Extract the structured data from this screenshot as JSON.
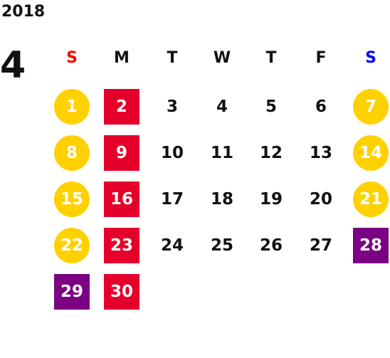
{
  "calendar": {
    "year": "2018",
    "month": "4",
    "weekdays": [
      {
        "label": "S",
        "color": "#ff0000"
      },
      {
        "label": "M",
        "color": "#111111"
      },
      {
        "label": "T",
        "color": "#111111"
      },
      {
        "label": "W",
        "color": "#111111"
      },
      {
        "label": "T",
        "color": "#111111"
      },
      {
        "label": "F",
        "color": "#111111"
      },
      {
        "label": "S",
        "color": "#0000ff"
      }
    ],
    "colors": {
      "weekend_circle": "#ffd100",
      "monday_square": "#e4002b",
      "special_square": "#7b0082"
    },
    "weeks": [
      [
        {
          "d": "1",
          "style": "circle",
          "color": "#ffd100"
        },
        {
          "d": "2",
          "style": "square",
          "color": "#e4002b"
        },
        {
          "d": "3"
        },
        {
          "d": "4"
        },
        {
          "d": "5"
        },
        {
          "d": "6"
        },
        {
          "d": "7",
          "style": "circle",
          "color": "#ffd100"
        }
      ],
      [
        {
          "d": "8",
          "style": "circle",
          "color": "#ffd100"
        },
        {
          "d": "9",
          "style": "square",
          "color": "#e4002b"
        },
        {
          "d": "10"
        },
        {
          "d": "11"
        },
        {
          "d": "12"
        },
        {
          "d": "13"
        },
        {
          "d": "14",
          "style": "circle",
          "color": "#ffd100"
        }
      ],
      [
        {
          "d": "15",
          "style": "circle",
          "color": "#ffd100"
        },
        {
          "d": "16",
          "style": "square",
          "color": "#e4002b"
        },
        {
          "d": "17"
        },
        {
          "d": "18"
        },
        {
          "d": "19"
        },
        {
          "d": "20"
        },
        {
          "d": "21",
          "style": "circle",
          "color": "#ffd100"
        }
      ],
      [
        {
          "d": "22",
          "style": "circle",
          "color": "#ffd100"
        },
        {
          "d": "23",
          "style": "square",
          "color": "#e4002b"
        },
        {
          "d": "24"
        },
        {
          "d": "25"
        },
        {
          "d": "26"
        },
        {
          "d": "27"
        },
        {
          "d": "28",
          "style": "square",
          "color": "#7b0082"
        }
      ],
      [
        {
          "d": "29",
          "style": "square",
          "color": "#7b0082"
        },
        {
          "d": "30",
          "style": "square",
          "color": "#e4002b"
        },
        {
          "d": ""
        },
        {
          "d": ""
        },
        {
          "d": ""
        },
        {
          "d": ""
        },
        {
          "d": ""
        }
      ]
    ]
  }
}
